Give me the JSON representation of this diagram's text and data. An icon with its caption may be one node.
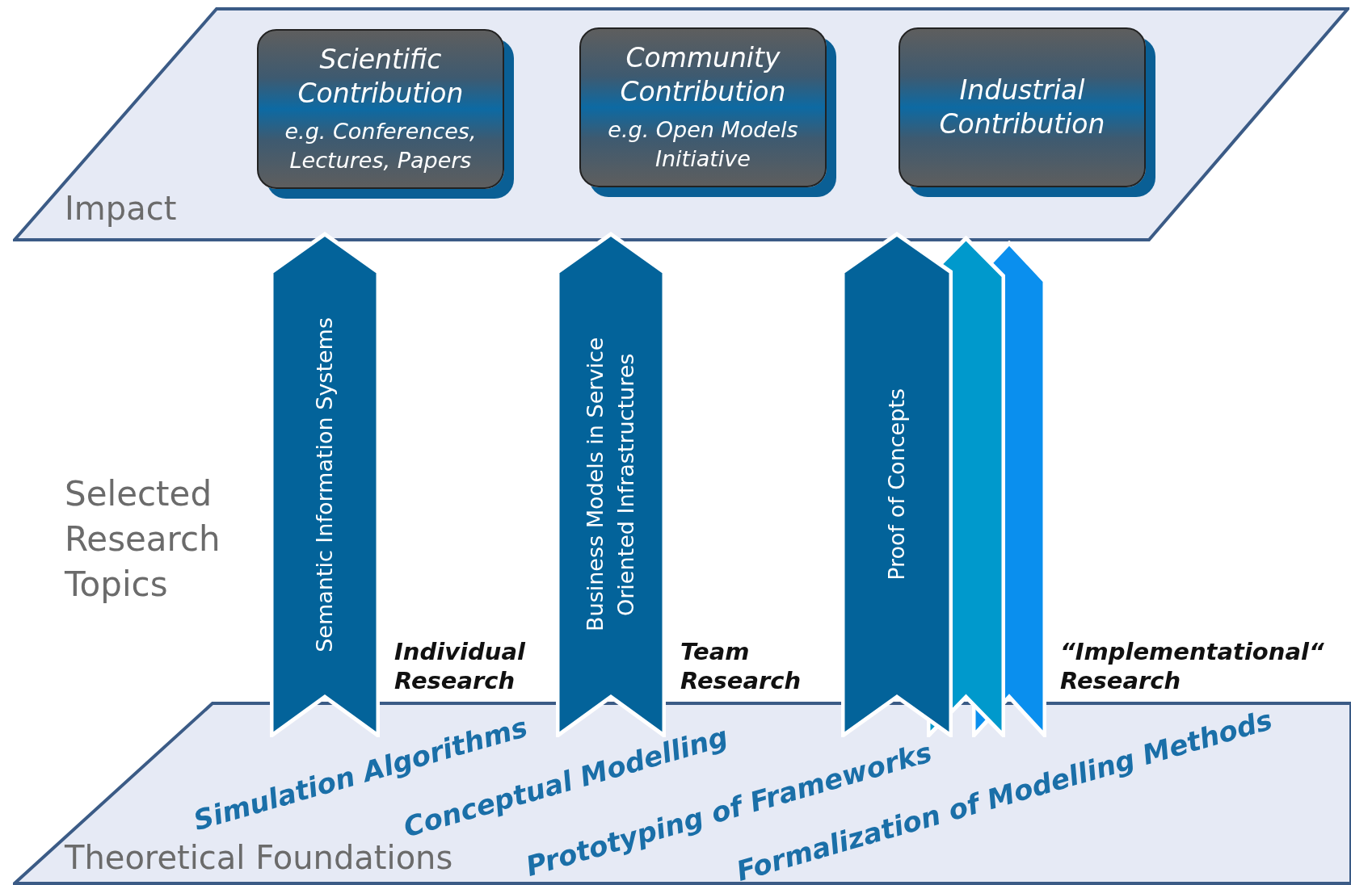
{
  "diagram": {
    "nodes": [
      {
        "text": [
          "Impact"
        ]
      },
      {
        "text": [
          "Scientific Contribution",
          "e.g. Conferences, Lectures, Papers"
        ],
        "in": 0
      },
      {
        "text": [
          "Community Contribution",
          "e.g. Open Models Initiative"
        ],
        "in": 0
      },
      {
        "text": [
          "Industrial Contribution"
        ],
        "in": 0
      },
      {
        "text": [
          "Theoretical Foundations"
        ]
      },
      {
        "text": [
          "Semantic Information Systems"
        ]
      },
      {
        "text": [
          "Business Models in Service Oriented Infrastructures"
        ]
      },
      {
        "text": [
          "Proof of Concepts"
        ]
      },
      {
        "text": [],
        "shape": "chevron"
      },
      {
        "text": [],
        "shape": "chevron"
      }
    ],
    "labels": [
      "Selected Research Topics",
      "Individual Research",
      "Team Research",
      "“Implementational“ Research",
      "Simulation Algorithms",
      "Conceptual Modelling",
      "Prototyping of Frameworks",
      "Formalization of Modelling Methods"
    ]
  }
}
